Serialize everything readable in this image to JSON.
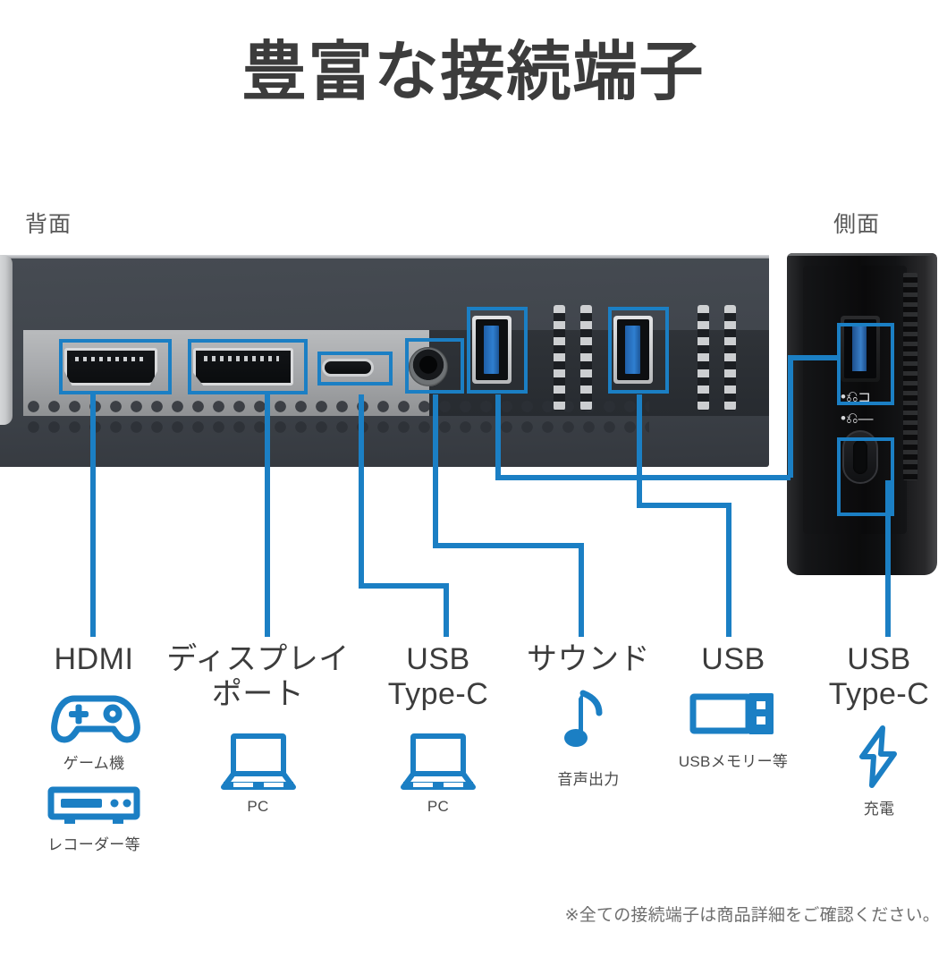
{
  "page": {
    "title": "豊富な接続端子",
    "footnote": "※全ての接続端子は商品詳細をご確認ください。",
    "accent_color": "#1b7fc4",
    "title_color": "#3c3c3c",
    "background_color": "#ffffff"
  },
  "views": {
    "rear_label": "背面",
    "side_label": "側面"
  },
  "legend": [
    {
      "id": "hdmi",
      "title": "HDMI",
      "icons": [
        {
          "name": "gamepad-icon",
          "caption": "ゲーム機"
        },
        {
          "name": "recorder-icon",
          "caption": "レコーダー等"
        }
      ]
    },
    {
      "id": "displayport",
      "title": "ディスプレイ\nポート",
      "icons": [
        {
          "name": "laptop-icon",
          "caption": "PC"
        }
      ]
    },
    {
      "id": "usb-type-c-rear",
      "title": "USB\nType-C",
      "icons": [
        {
          "name": "laptop-icon",
          "caption": "PC"
        }
      ]
    },
    {
      "id": "sound",
      "title": "サウンド",
      "icons": [
        {
          "name": "music-note-icon",
          "caption": "音声出力"
        }
      ]
    },
    {
      "id": "usb",
      "title": "USB",
      "icons": [
        {
          "name": "usb-stick-icon",
          "caption": "USBメモリー等"
        }
      ]
    },
    {
      "id": "usb-type-c-side",
      "title": "USB\nType-C",
      "icons": [
        {
          "name": "lightning-bolt-icon",
          "caption": "充電"
        }
      ]
    }
  ],
  "ports": {
    "rear": [
      {
        "name": "hdmi-port",
        "highlight": true
      },
      {
        "name": "displayport-port",
        "highlight": true
      },
      {
        "name": "usb-type-c-port",
        "highlight": true
      },
      {
        "name": "audio-jack-port",
        "highlight": true
      },
      {
        "name": "usb-a-port-1",
        "highlight": true
      },
      {
        "name": "usb-a-port-2",
        "highlight": true
      }
    ],
    "side": [
      {
        "name": "usb-a-port-side",
        "highlight": true,
        "symbol": "usb-trident-symbol"
      },
      {
        "name": "usb-type-c-port-side",
        "highlight": true,
        "symbol": "usb-trident-symbol"
      }
    ]
  }
}
